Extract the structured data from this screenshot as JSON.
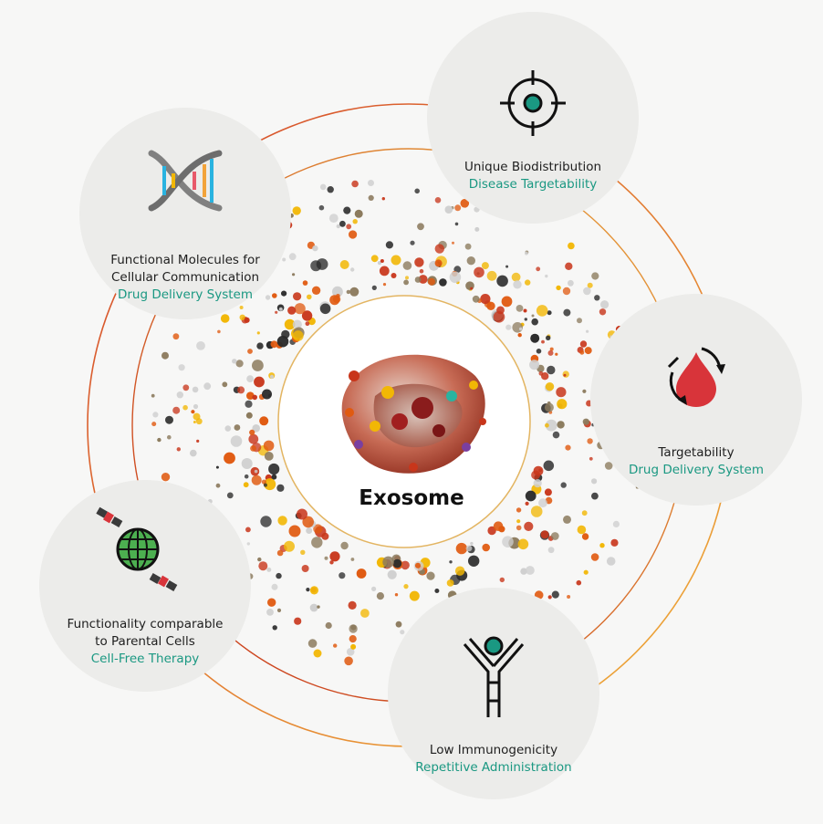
{
  "center": {
    "title": "Exosome",
    "image": "exosome-vesicle-illustration"
  },
  "features": [
    {
      "id": "bio",
      "title": "Unique Biodistribution",
      "subtitle": "Disease Targetability",
      "icon": "crosshair-target-icon"
    },
    {
      "id": "func",
      "title": "Functional Molecules for\nCellular Communication",
      "subtitle": "Drug Delivery System",
      "icon": "dna-helix-icon"
    },
    {
      "id": "target",
      "title": "Targetability",
      "subtitle": "Drug Delivery System",
      "icon": "blood-drop-cycle-icon"
    },
    {
      "id": "parent",
      "title": "Functionality comparable\nto Parental Cells",
      "subtitle": "Cell-Free Therapy",
      "icon": "globe-satellite-icon"
    },
    {
      "id": "immuno",
      "title": "Low Immunogenicity",
      "subtitle": "Repetitive Administration",
      "icon": "antibody-icon"
    }
  ],
  "colors": {
    "accent_teal": "#1a9882",
    "ring_outer": "#d4462a",
    "ring_inner": "#e8a33c",
    "dot_palette": [
      "#c8361b",
      "#f2b705",
      "#2b2b2b",
      "#8c7b5e",
      "#cfcfcf",
      "#e05a10"
    ]
  }
}
